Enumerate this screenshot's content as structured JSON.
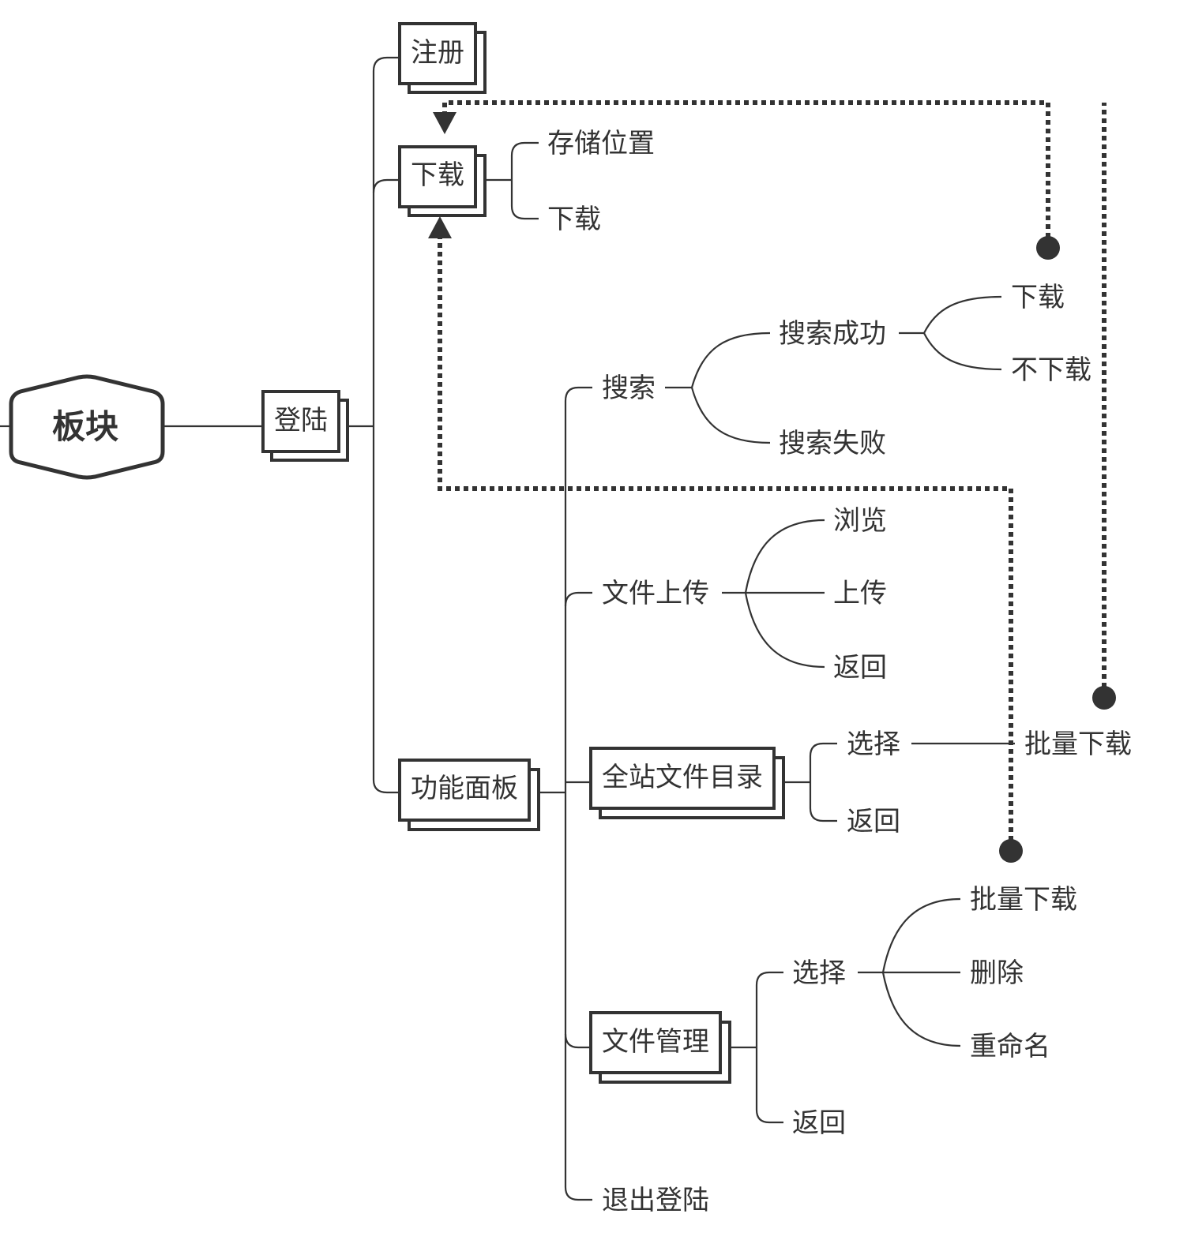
{
  "root": {
    "label": "板块"
  },
  "login": {
    "label": "登陆"
  },
  "register": {
    "label": "注册"
  },
  "download": {
    "label": "下载",
    "children": [
      "存储位置",
      "下载"
    ]
  },
  "panel": {
    "label": "功能面板"
  },
  "search": {
    "label": "搜索",
    "success": {
      "label": "搜索成功",
      "children": [
        "下载",
        "不下载"
      ]
    },
    "fail": {
      "label": "搜索失败"
    }
  },
  "upload": {
    "label": "文件上传",
    "children": [
      "浏览",
      "上传",
      "返回"
    ]
  },
  "catalog": {
    "label": "全站文件目录",
    "select": {
      "label": "选择",
      "action": "批量下载"
    },
    "back": "返回"
  },
  "manage": {
    "label": "文件管理",
    "select": {
      "label": "选择",
      "children": [
        "批量下载",
        "删除",
        "重命名"
      ]
    },
    "back": "返回"
  },
  "logout": {
    "label": "退出登陆"
  },
  "colors": {
    "ink": "#333333",
    "background": "#ffffff"
  }
}
